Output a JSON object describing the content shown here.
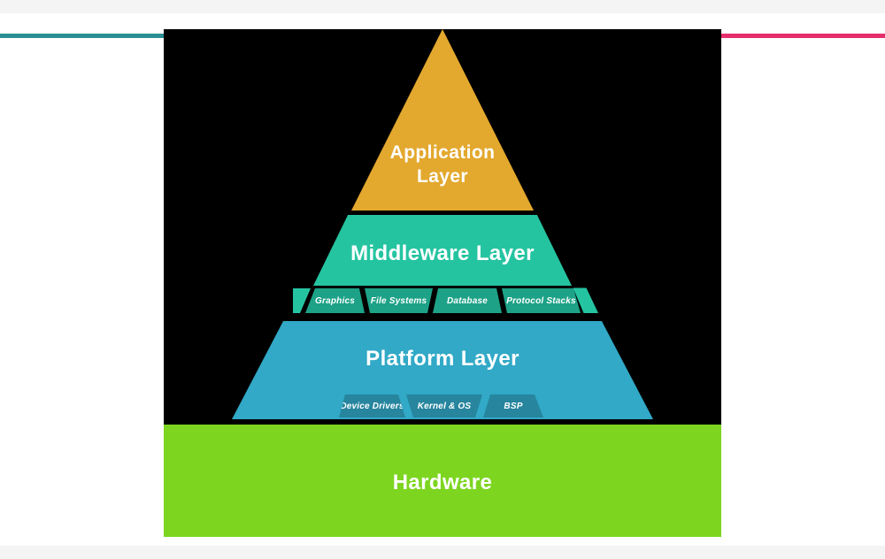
{
  "decor": {
    "frame_color": "#f4f4f4",
    "canvas_color": "#000000",
    "left_line_color": "#2a8e93",
    "right_line_color": "#e62e6d"
  },
  "pyramid": {
    "application": {
      "label_line1": "Application",
      "label_line2": "Layer",
      "color": "#e3a82e"
    },
    "middleware": {
      "label": "Middleware Layer",
      "color": "#25c4a1",
      "band_color": "#1da287",
      "items": {
        "graphics": "Graphics",
        "file_systems": "File Systems",
        "database": "Database",
        "protocol_stacks": "Protocol Stacks"
      }
    },
    "platform": {
      "label": "Platform Layer",
      "color": "#31a9c7",
      "band_color": "#27859e",
      "items": {
        "device_drivers": "Device Drivers",
        "kernel_os": "Kernel & OS",
        "bsp": "BSP"
      }
    },
    "hardware": {
      "label": "Hardware",
      "color": "#7dd520"
    }
  }
}
